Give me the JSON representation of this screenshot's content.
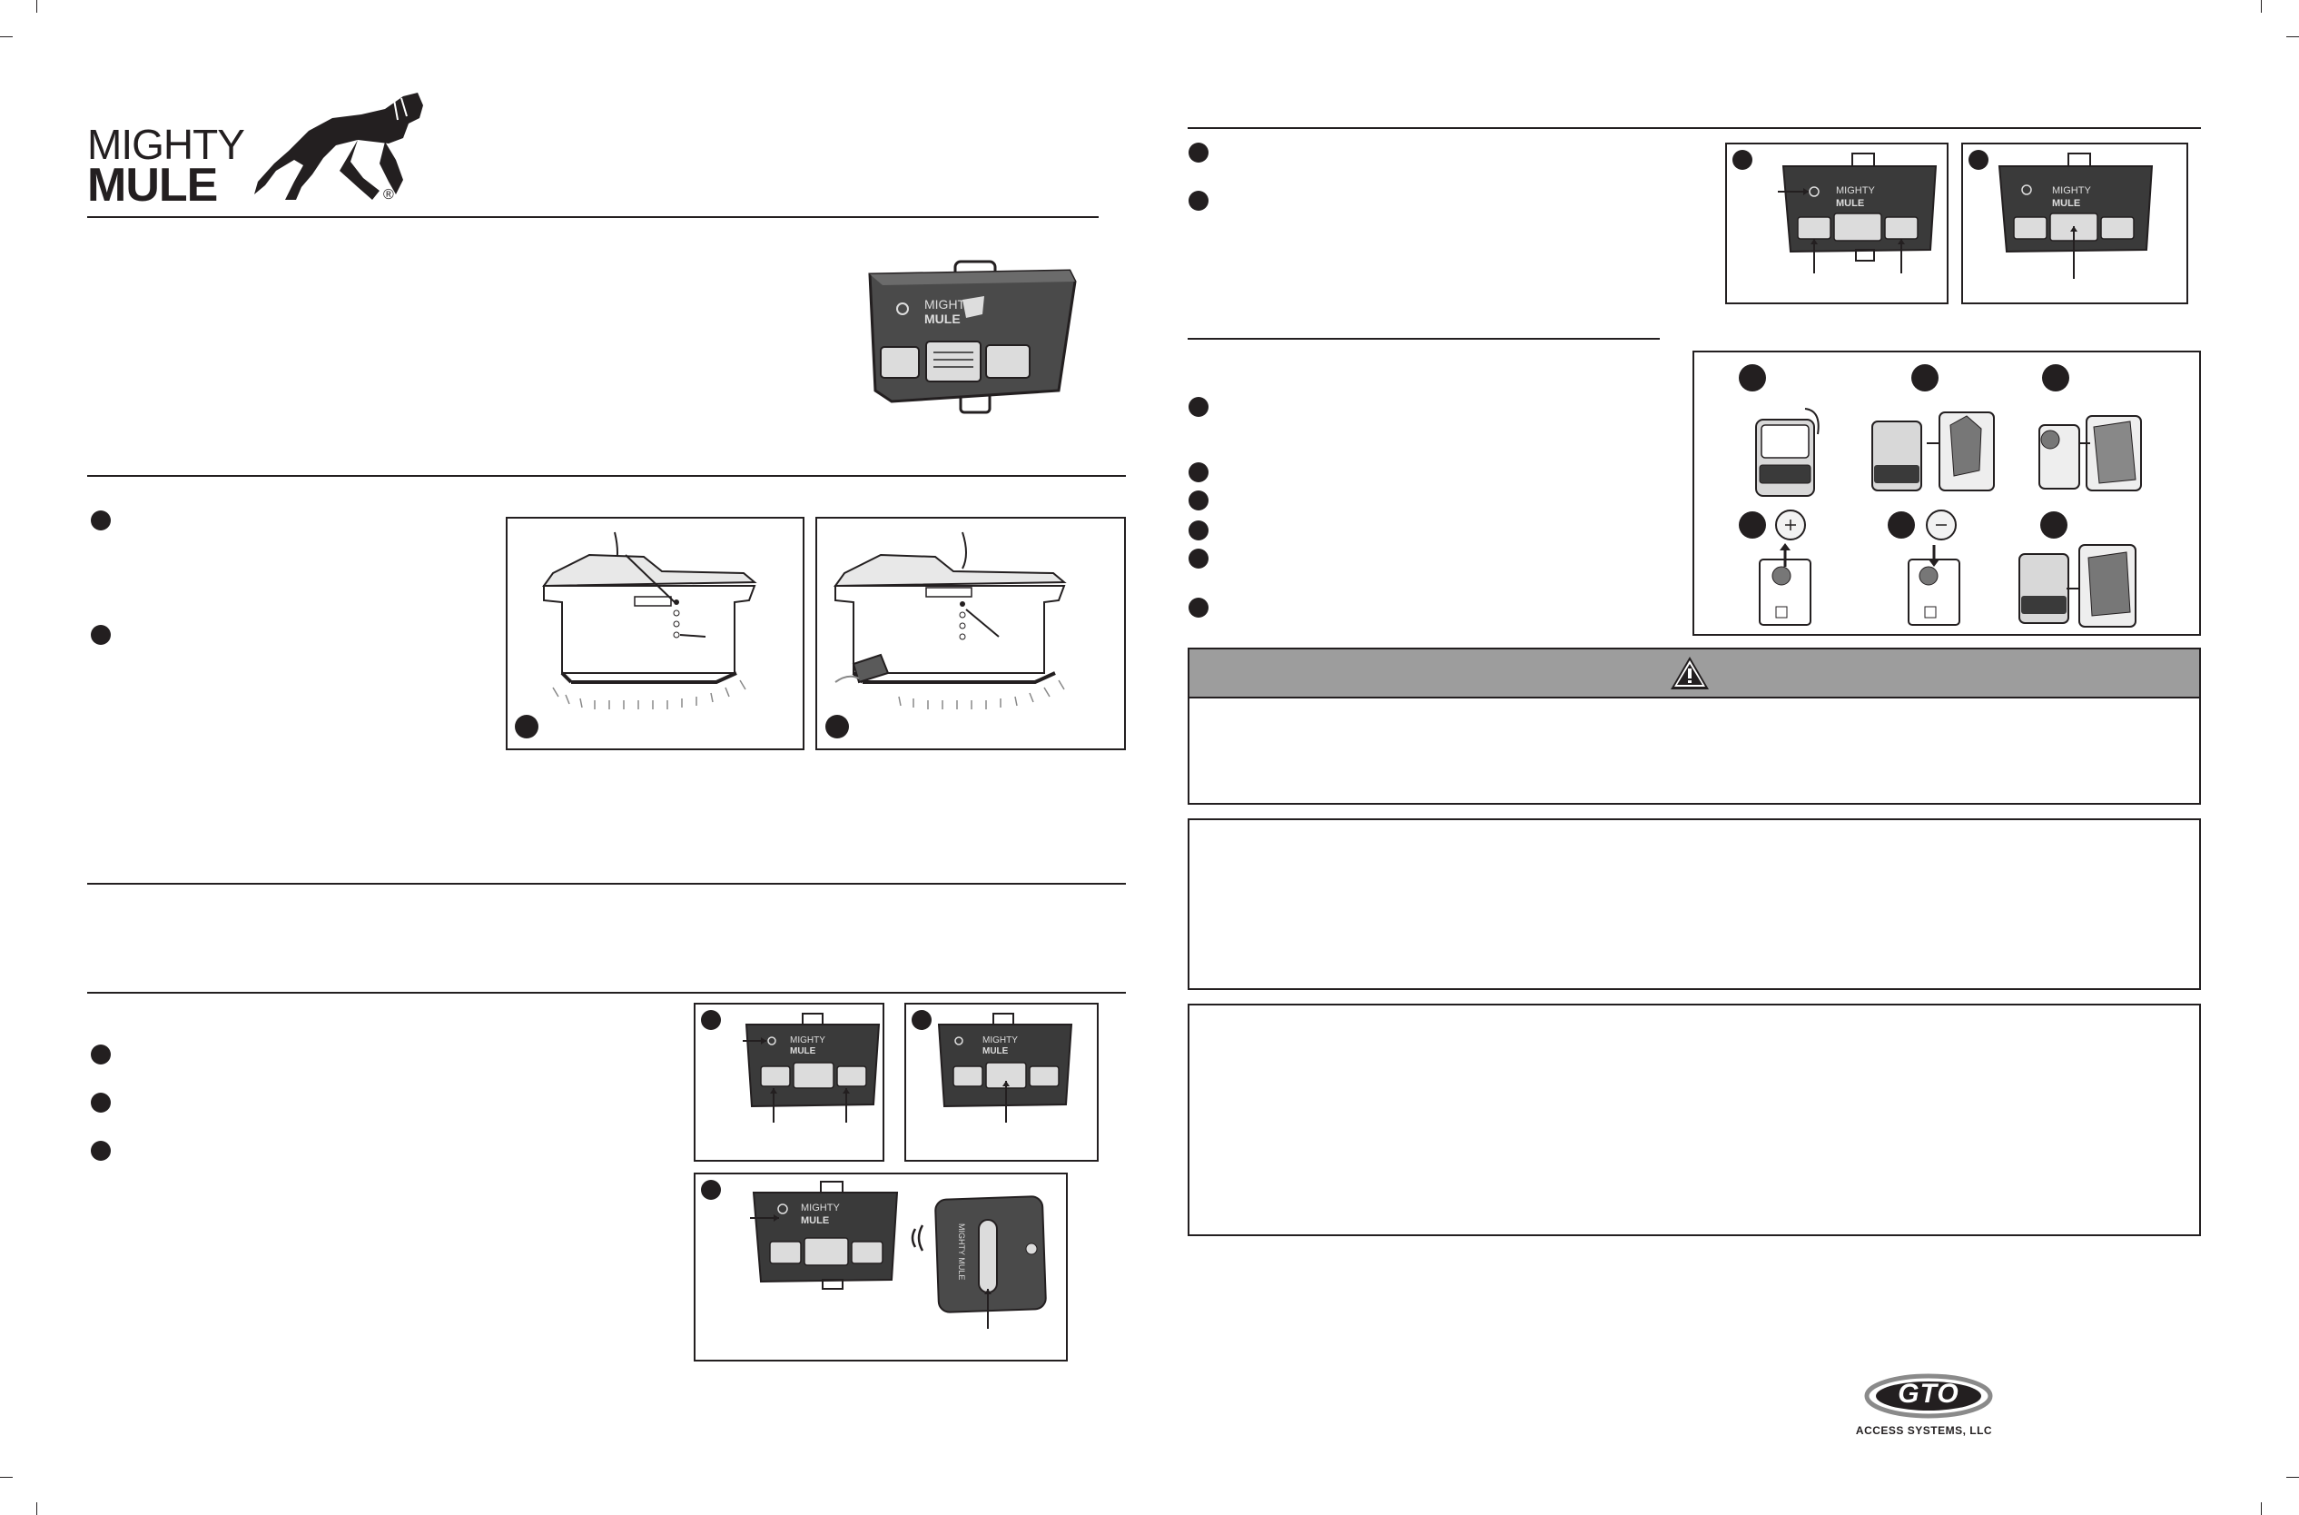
{
  "logo": {
    "brand_line1": "MIGHTY",
    "brand_line2": "MULE",
    "registered_mark": "®"
  },
  "footer_logo": {
    "mark": "GTO",
    "company": "ACCESS SYSTEMS, LLC"
  },
  "colors": {
    "ink": "#231f20",
    "warning_band": "#9d9d9d",
    "remote_body": "#3a3a3a"
  },
  "icons": [
    "warning-triangle-icon",
    "step-bullet-icon",
    "arrow-icon",
    "signal-waves-icon",
    "coin-battery-icon"
  ]
}
